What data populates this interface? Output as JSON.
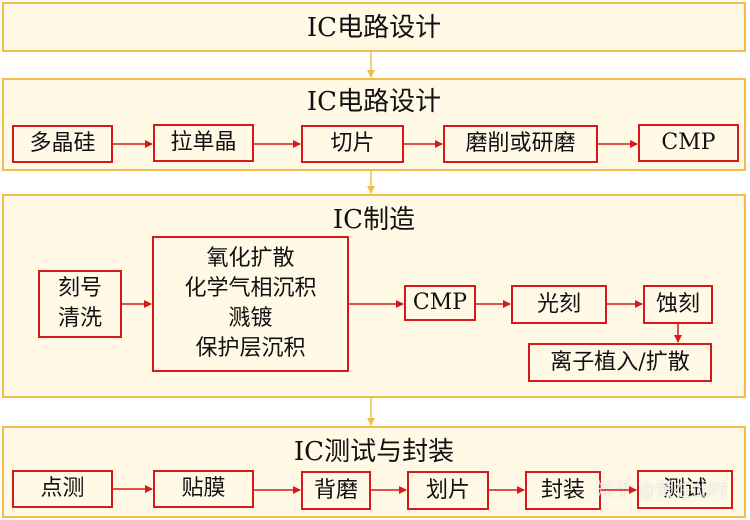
{
  "top_title": "IC电路设计",
  "design": {
    "title": "IC电路设计",
    "steps": [
      "多晶硅",
      "拉单晶",
      "切片",
      "磨削或研磨",
      "CMP"
    ]
  },
  "manufacturing": {
    "title": "IC制造",
    "mark_clean": [
      "刻号",
      "清洗"
    ],
    "process": [
      "氧化扩散",
      "化学气相沉积",
      "溅镀",
      "保护层沉积"
    ],
    "cmp": "CMP",
    "litho": "光刻",
    "etch": "蚀刻",
    "implant": "离子植入/扩散"
  },
  "test_package": {
    "title": "IC测试与封装",
    "steps": [
      "点测",
      "贴膜",
      "背磨",
      "划片",
      "封装",
      "测试"
    ]
  },
  "watermark": "知乎 @爱在此时",
  "colors": {
    "panel_fill": "#fff9e6",
    "panel_border": "#f2bd4a",
    "box_border": "#d61a1a",
    "arrow": "#d61a1a",
    "connector": "#f2bd4a"
  }
}
